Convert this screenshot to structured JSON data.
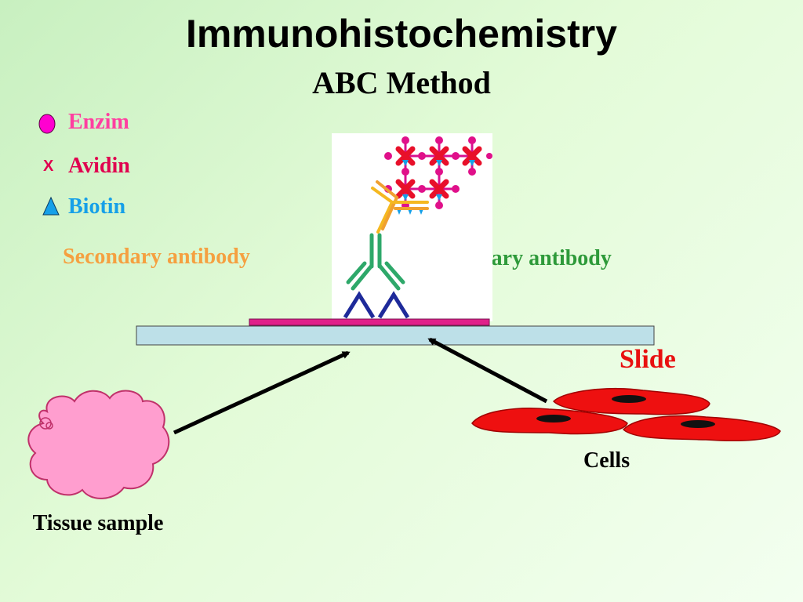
{
  "title": "Immunohistochemistry",
  "subtitle": "ABC Method",
  "legend": [
    {
      "label": "Enzim",
      "color": "#ff3fa0",
      "icon": "enzyme-circle-icon"
    },
    {
      "label": "Avidin",
      "color": "#e0004f",
      "icon": "avidin-cross-icon"
    },
    {
      "label": "Biotin",
      "color": "#16a0e8",
      "icon": "biotin-triangle-icon"
    }
  ],
  "avidin_symbol": "X",
  "labels": {
    "secondary_antibody": "Secondary antibody",
    "primary_antibody": "Primary antibody",
    "slide": "Slide",
    "cells": "Cells",
    "tissue_sample": "Tissue sample"
  },
  "colors": {
    "secondary_antibody": "#f5a040",
    "primary_antibody": "#2e9a3a",
    "slide_label": "#e81010",
    "slide": "#bde0e8",
    "cells": "#ee1010",
    "tissue": "#ff9ecf"
  }
}
